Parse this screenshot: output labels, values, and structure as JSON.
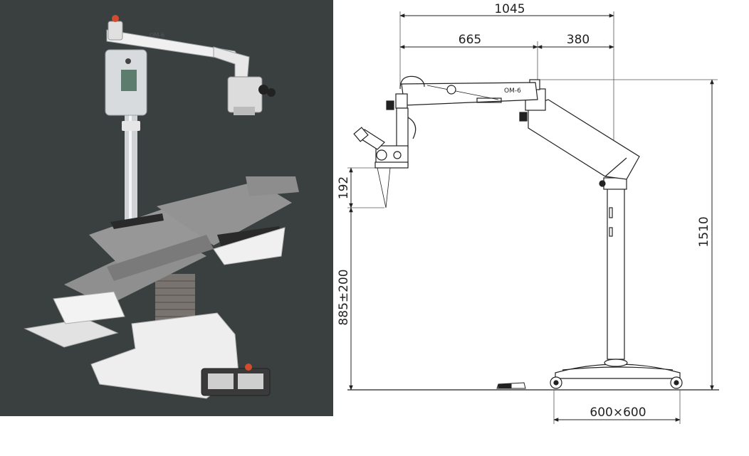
{
  "photo": {
    "alt": "Operating microscope mounted on a floor stand next to a grey patient chair with footrest and foot-control pedal",
    "background": "#3a3f3f",
    "chair_color": "#8f8f8f",
    "base_color": "#e9e9e9",
    "microscope_label": "OM-6"
  },
  "drawing": {
    "microscope_label": "OM-6",
    "dimensions": {
      "total_reach": "1045",
      "arm_front": "665",
      "arm_rear": "380",
      "working_distance": "192",
      "eyepiece_height": "885±200",
      "total_height": "1510",
      "base_size": "600×600"
    }
  }
}
